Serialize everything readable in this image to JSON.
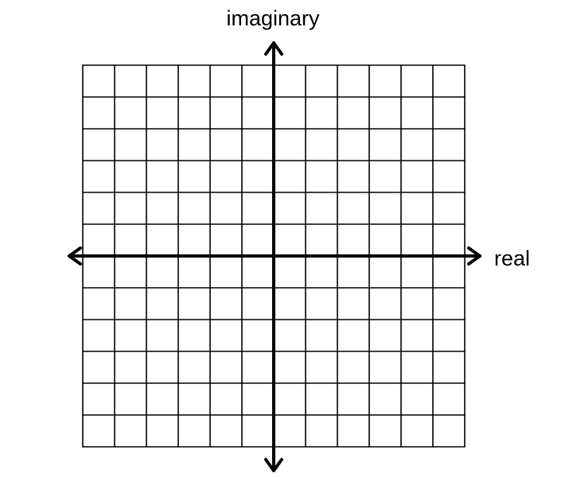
{
  "diagram": {
    "type": "complex-plane-grid",
    "grid": {
      "columns": 12,
      "rows": 12,
      "line_color": "#000000"
    },
    "axes": {
      "color": "#000000",
      "vertical_axis_after_column": 6,
      "horizontal_axis_after_row": 6,
      "arrows": [
        "up",
        "down",
        "left",
        "right"
      ]
    },
    "labels": {
      "vertical_axis": "imaginary",
      "horizontal_axis": "real"
    }
  }
}
